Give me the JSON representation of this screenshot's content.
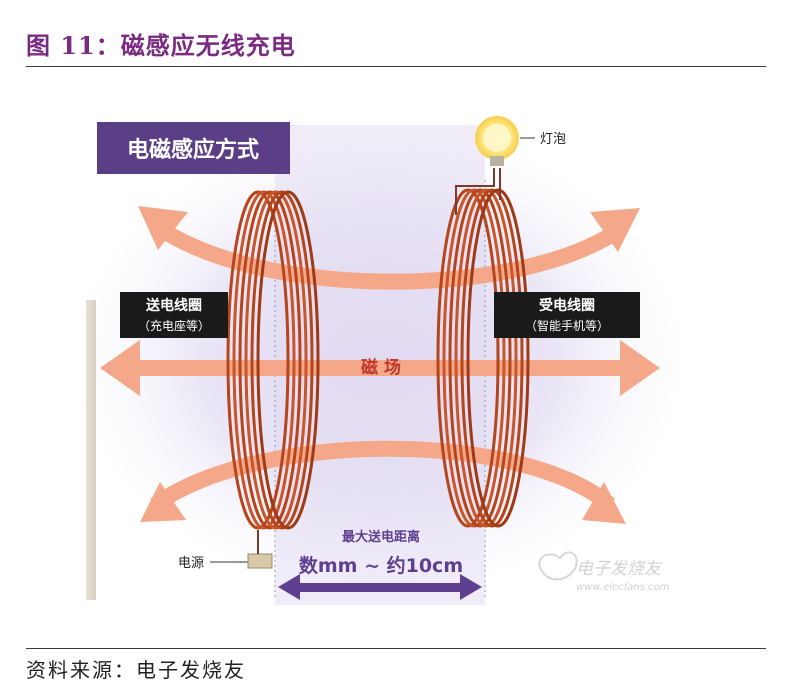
{
  "figure": {
    "title": "图 11：磁感应无线充电",
    "source": "资料来源：电子发烧友"
  },
  "diagram": {
    "badge": "电磁感应方式",
    "bulb_label": "灯泡",
    "transmit_coil": {
      "name": "送电线圈",
      "note": "（充电座等）"
    },
    "receive_coil": {
      "name": "受电线圈",
      "note": "（智能手机等）"
    },
    "field_label": "磁 场",
    "distance": {
      "caption": "最大送电距离",
      "value": "数mm ~ 约10cm"
    },
    "power_label": "电源",
    "watermark": "电子发烧友",
    "watermark_url": "www.elecfans.com"
  },
  "colors": {
    "title": "#7b2a82",
    "badge_bg": "#5b3f86",
    "coil": "#b5461c",
    "field_arrow": "#f4a889",
    "distance_arrow": "#5e3f90",
    "field_text": "#c0392b"
  }
}
